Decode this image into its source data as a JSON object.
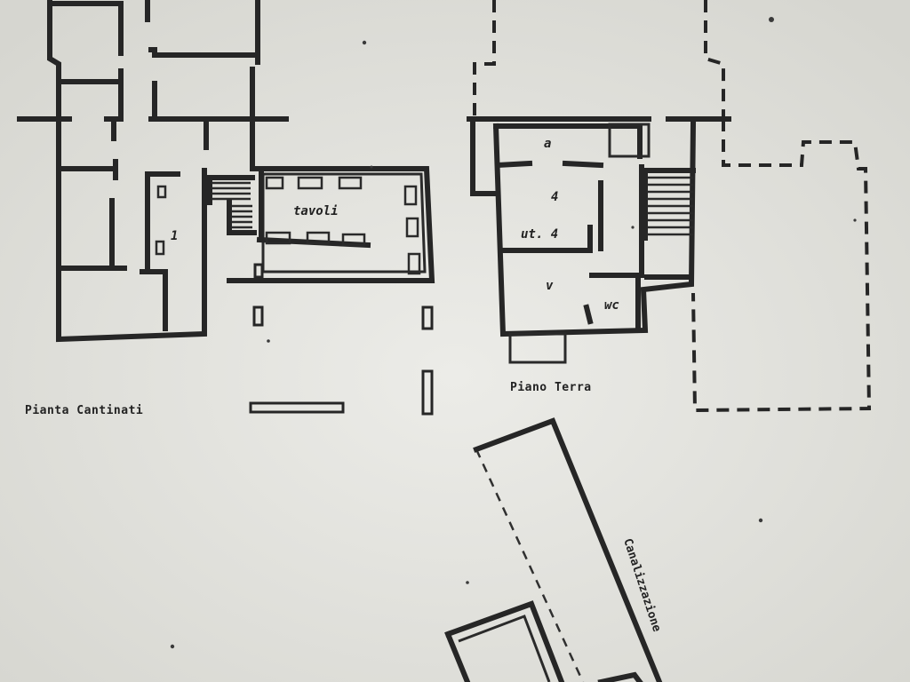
{
  "drawing": {
    "captions": {
      "basement_plan": "Pianta Cantinati",
      "ground_floor_plan": "Piano Terra"
    },
    "rooms": {
      "tables_room": "tavoli",
      "basement_room_number": "1",
      "utility_room": "ut. 4",
      "storage_room": "v",
      "toilet": "wc",
      "upper_room_number": "4",
      "upper_room_letter": "a"
    },
    "annotations": {
      "diagonal_block": "Canalizzazione"
    }
  }
}
